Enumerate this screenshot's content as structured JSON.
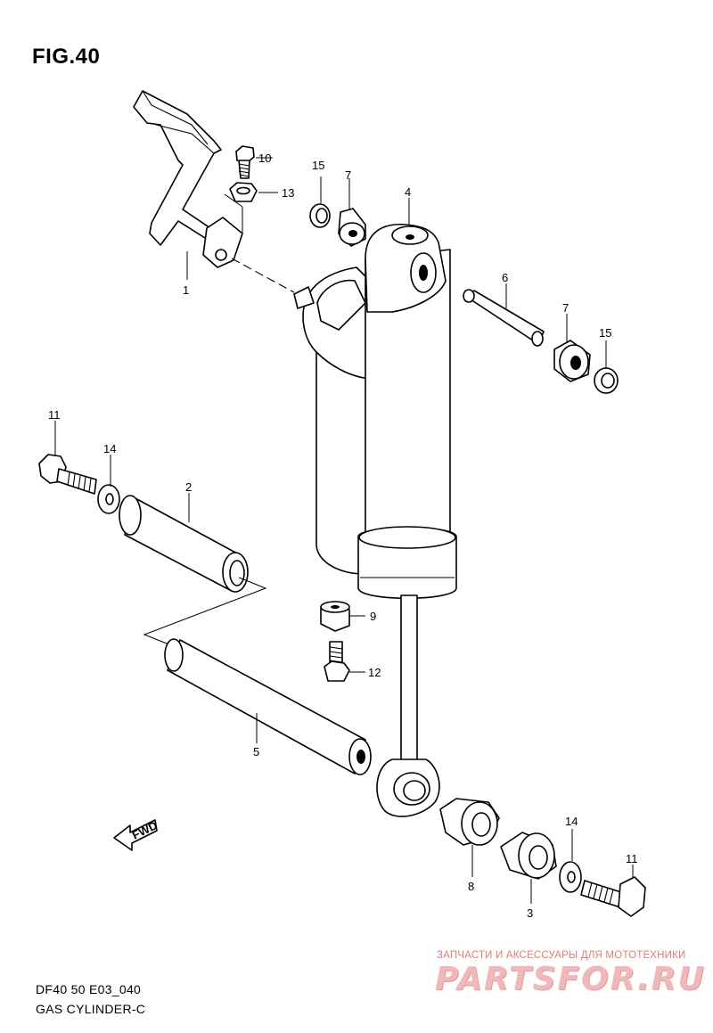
{
  "figure": {
    "title": "FIG.40",
    "code": "DF40 50 E03_040",
    "name": "GAS CYLINDER-C"
  },
  "fwd_label": "FWD",
  "callouts": [
    {
      "id": "c1",
      "text": "1"
    },
    {
      "id": "c2",
      "text": "2"
    },
    {
      "id": "c3",
      "text": "3"
    },
    {
      "id": "c4",
      "text": "4"
    },
    {
      "id": "c5",
      "text": "5"
    },
    {
      "id": "c6",
      "text": "6"
    },
    {
      "id": "c7a",
      "text": "7"
    },
    {
      "id": "c7b",
      "text": "7"
    },
    {
      "id": "c8",
      "text": "8"
    },
    {
      "id": "c9",
      "text": "9"
    },
    {
      "id": "c10",
      "text": "10"
    },
    {
      "id": "c11a",
      "text": "11"
    },
    {
      "id": "c11b",
      "text": "11"
    },
    {
      "id": "c12",
      "text": "12"
    },
    {
      "id": "c13",
      "text": "13"
    },
    {
      "id": "c14a",
      "text": "14"
    },
    {
      "id": "c14b",
      "text": "14"
    },
    {
      "id": "c15a",
      "text": "15"
    },
    {
      "id": "c15b",
      "text": "15"
    }
  ],
  "watermark": {
    "tagline": "ЗАПЧАСТИ И АКСЕССУАРЫ ДЛЯ МОТОТЕХНИКИ",
    "logo": "PARTSFOR.RU",
    "color": "#e27a7a"
  }
}
